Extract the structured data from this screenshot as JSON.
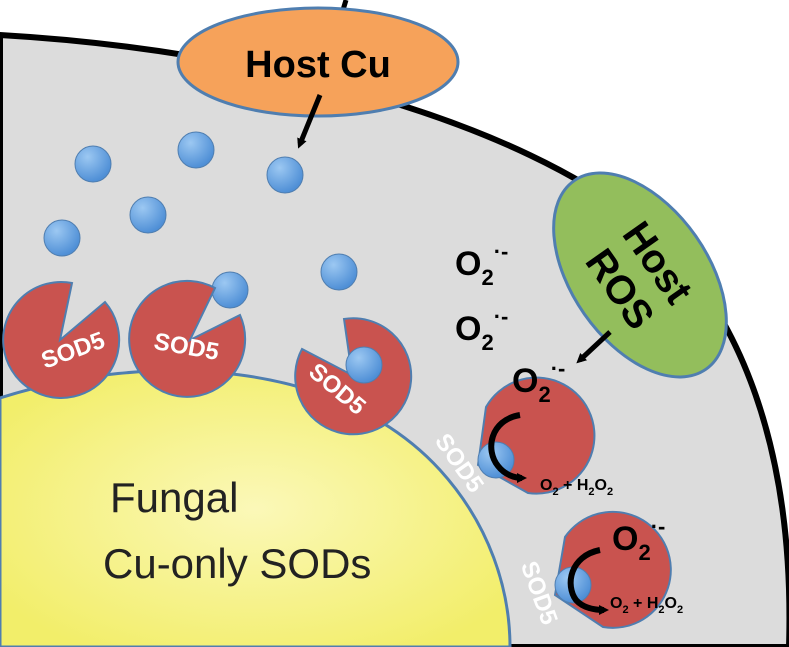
{
  "host_cu": {
    "label": "Host Cu",
    "color": "#F6A25A"
  },
  "host_ros": {
    "line1": "Host",
    "line2": "ROS",
    "color": "#93BE5C"
  },
  "fungal": {
    "line1": "Fungal",
    "line2": "Cu-only SODs",
    "color": "#F6F27A"
  },
  "cell_wall_color": "#DCDCDC",
  "sod": {
    "label": "SOD5",
    "color": "#C9534F"
  },
  "copper_ion_color": "#5E9FE0",
  "superoxide": {
    "base": "O",
    "sub": "2",
    "sup": "·-"
  },
  "products": {
    "o2": "O",
    "o2_sub": "2",
    "plus": " + H",
    "h_sub": "2",
    "o": "O",
    "o_sub": "2"
  }
}
